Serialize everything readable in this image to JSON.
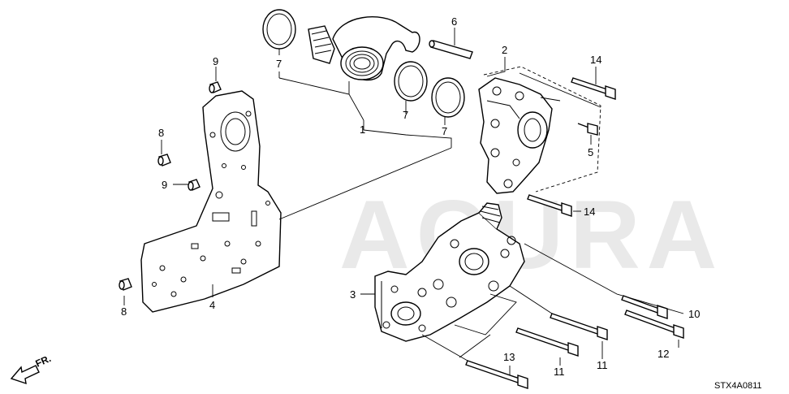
{
  "callouts": [
    {
      "id": "c1",
      "text": "1"
    },
    {
      "id": "c2",
      "text": "2"
    },
    {
      "id": "c3",
      "text": "3"
    },
    {
      "id": "c4",
      "text": "4"
    },
    {
      "id": "c5",
      "text": "5"
    },
    {
      "id": "c6",
      "text": "6"
    },
    {
      "id": "c7a",
      "text": "7"
    },
    {
      "id": "c7b",
      "text": "7"
    },
    {
      "id": "c7c",
      "text": "7"
    },
    {
      "id": "c8a",
      "text": "8"
    },
    {
      "id": "c8b",
      "text": "8"
    },
    {
      "id": "c9a",
      "text": "9"
    },
    {
      "id": "c9b",
      "text": "9"
    },
    {
      "id": "c10",
      "text": "10"
    },
    {
      "id": "c11a",
      "text": "11"
    },
    {
      "id": "c11b",
      "text": "11"
    },
    {
      "id": "c12",
      "text": "12"
    },
    {
      "id": "c13",
      "text": "13"
    },
    {
      "id": "c14a",
      "text": "14"
    },
    {
      "id": "c14b",
      "text": "14"
    }
  ],
  "direction_label": "FR.",
  "diagram_code": "STX4A0811",
  "watermark_text": "ACURA",
  "colors": {
    "line": "#000000",
    "watermark": "#d8d8d8",
    "background": "#ffffff"
  }
}
